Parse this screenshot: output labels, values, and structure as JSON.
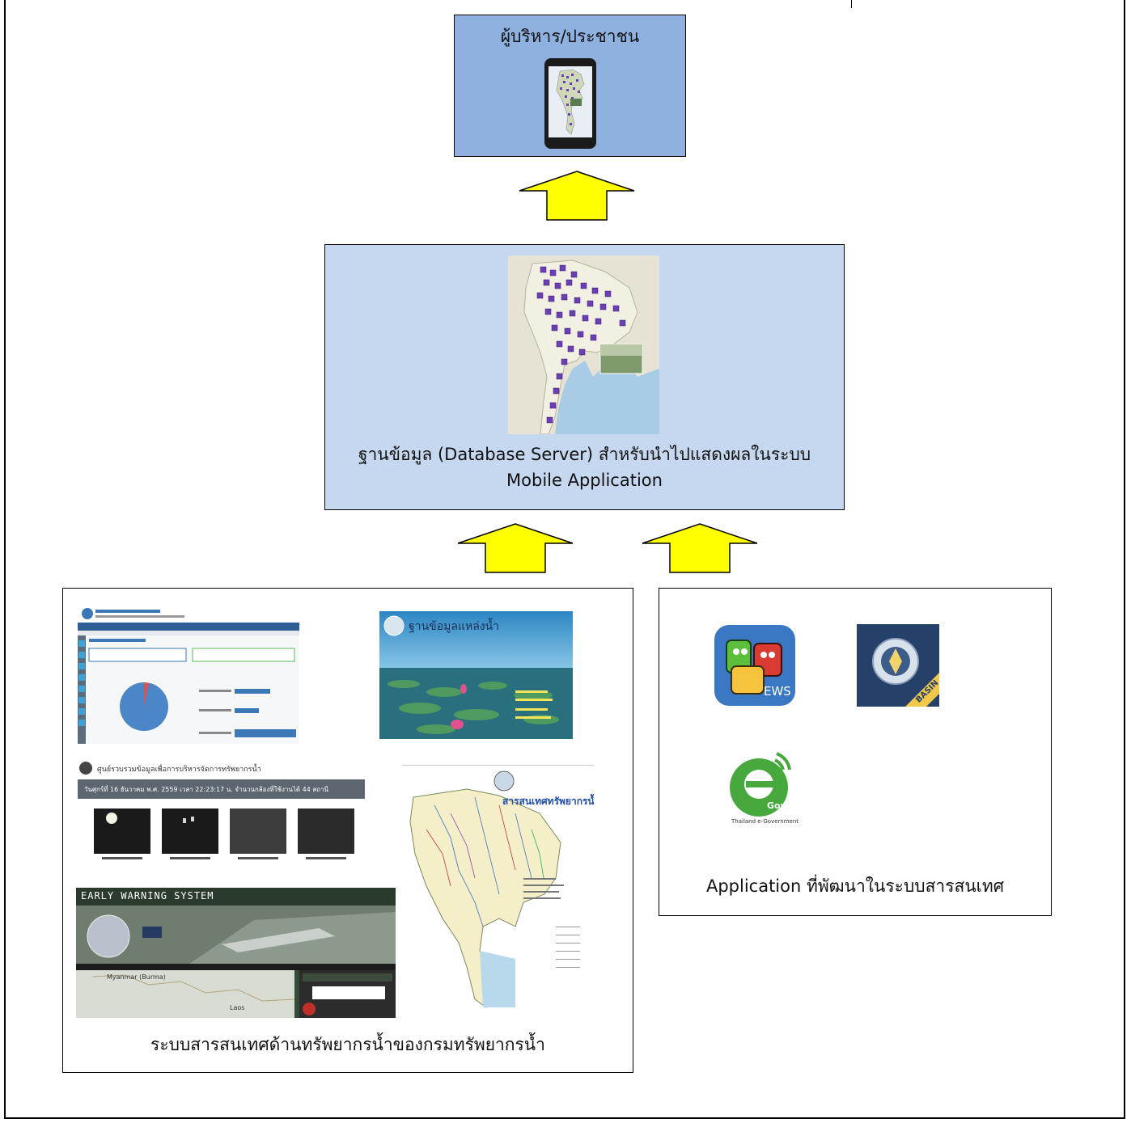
{
  "boxes": {
    "executive_public": "ผู้บริหาร/ประชาชน",
    "database_line1": "ฐานข้อมูล (Database Server) สำหรับนำไปแสดงผลในระบบ",
    "database_line2": "Mobile Application",
    "water_info_systems": "ระบบสารสนเทศด้านทรัพยากรน้ำของกรมทรัพยากรน้ำ",
    "developed_apps": "Application ที่พัฒนาในระบบสารสนเทศ"
  },
  "screenshots": {
    "water_source_db_title": "ฐานข้อมูลแหล่งน้ำ",
    "cctv_center_title": "ศูนย์รวบรวมข้อมูลเพื่อการบริหารจัดการทรัพยากรน้ำ",
    "cctv_date_line": "วันศุกร์ที่ 16 ธันวาคม พ.ศ. 2559 เวลา 22:23:17 น. จำนวนกล้องที่ใช้งานได้ 44 สถานี",
    "ews_title": "EARLY WARNING SYSTEM",
    "ews_map_country": "Myanmar (Burma)",
    "ews_map_laos": "Laos",
    "rivers_title": "สารสนเทศทรัพยากรน้ำ"
  },
  "apps": {
    "ews_label": "EWS",
    "basin_label": "BASIN",
    "egov_label": "Gov",
    "egov_ring": "Thailand e-Government"
  },
  "colors": {
    "top_box": "#8eb1e0",
    "db_box": "#c6d8f0",
    "arrow_fill": "#ffff00"
  }
}
